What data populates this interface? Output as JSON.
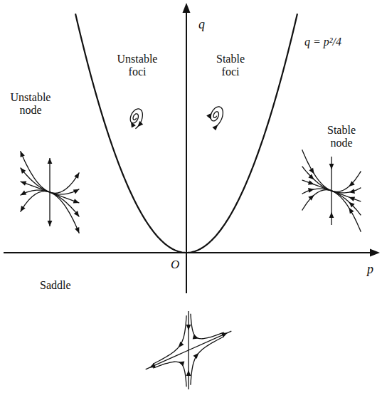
{
  "diagram": {
    "labels": [
      "q",
      "Unstable foci",
      "Stable foci",
      "q = p²/4",
      "Unstable node",
      "Stable node",
      "O",
      "p",
      "Saddle"
    ]
  }
}
